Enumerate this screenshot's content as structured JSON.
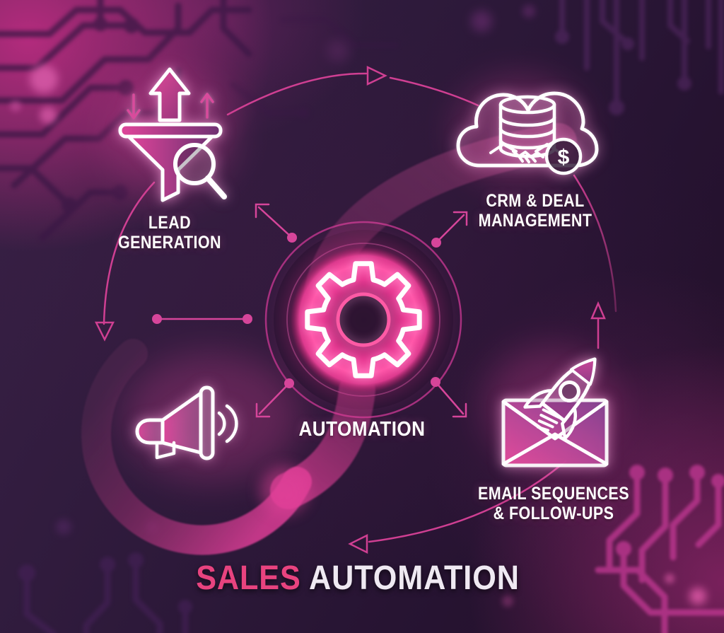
{
  "title": {
    "accent": "SALES",
    "rest": "AUTOMATION"
  },
  "hub": {
    "label": "AUTOMATION",
    "icon": "gear-icon"
  },
  "nodes": {
    "lead": {
      "icon": "funnel-search-icon",
      "lines": [
        "LEAD",
        "GENERATION"
      ]
    },
    "crm": {
      "icon": "cloud-coins-handshake-icon",
      "lines": [
        "CRM & DEAL",
        "MANAGEMENT"
      ],
      "currency": "$"
    },
    "promo": {
      "icon": "megaphone-icon"
    },
    "email": {
      "icon": "envelope-rocket-icon",
      "lines": [
        "EMAIL SEQUENCES",
        "& FOLLOW-UPS"
      ]
    }
  },
  "colors": {
    "background": "#2b1736",
    "accent_pink": "#e8437f",
    "glow_magenta": "#ff4da4",
    "line_pink": "#cf3f92",
    "icon_white": "#ffffff"
  }
}
